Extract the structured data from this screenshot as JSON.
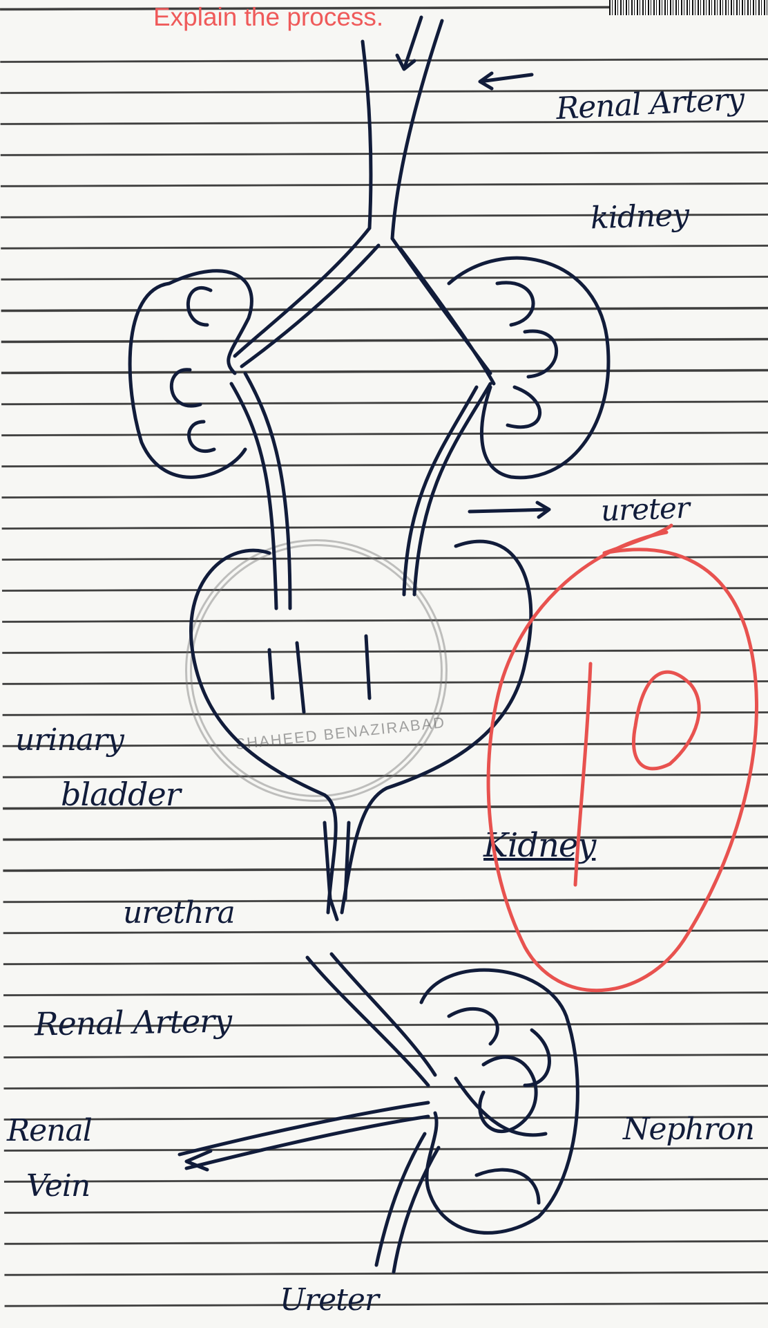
{
  "prompt": "Explain the process.",
  "labels": {
    "renal_artery_top": "Renal Artery",
    "kidney_top": "kidney",
    "ureter_mid": "ureter",
    "urinary_bladder_line1": "urinary",
    "urinary_bladder_line2": "bladder",
    "urethra": "urethra",
    "kidney_heading": "Kidney",
    "renal_artery_bottom": "Renal Artery",
    "renal_vein_line1": "Renal",
    "renal_vein_line2": "Vein",
    "nephron": "Nephron",
    "ureter_bottom": "Ureter"
  },
  "score": "10",
  "stamp": "SHAHEED BENAZIRABAD",
  "colors": {
    "ink": "#111c3a",
    "grade": "#e8524f",
    "prompt": "#ef5a5a"
  }
}
